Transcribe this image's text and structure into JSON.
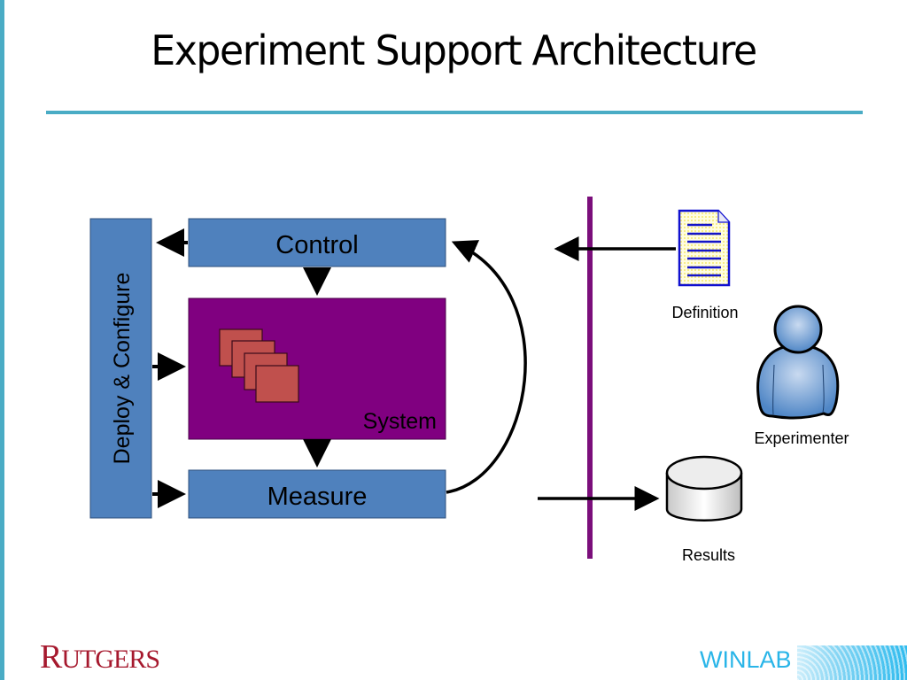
{
  "slide": {
    "title": "Experiment Support Architecture"
  },
  "diagram": {
    "blocks": {
      "deploy": "Deploy & Configure",
      "control": "Control",
      "system": "System",
      "measure": "Measure"
    },
    "external": {
      "definition": "Definition",
      "experimenter": "Experimenter",
      "results": "Results"
    },
    "colors": {
      "block_blue": "#4f81bd",
      "system_purple": "#800080",
      "node_red": "#c0504d",
      "boundary_purple": "#7b0e7b",
      "accent_teal": "#4aacc5"
    }
  },
  "footer": {
    "left_logo_initial": "R",
    "left_logo_rest": "UTGERS",
    "right_logo": "WINLAB"
  }
}
